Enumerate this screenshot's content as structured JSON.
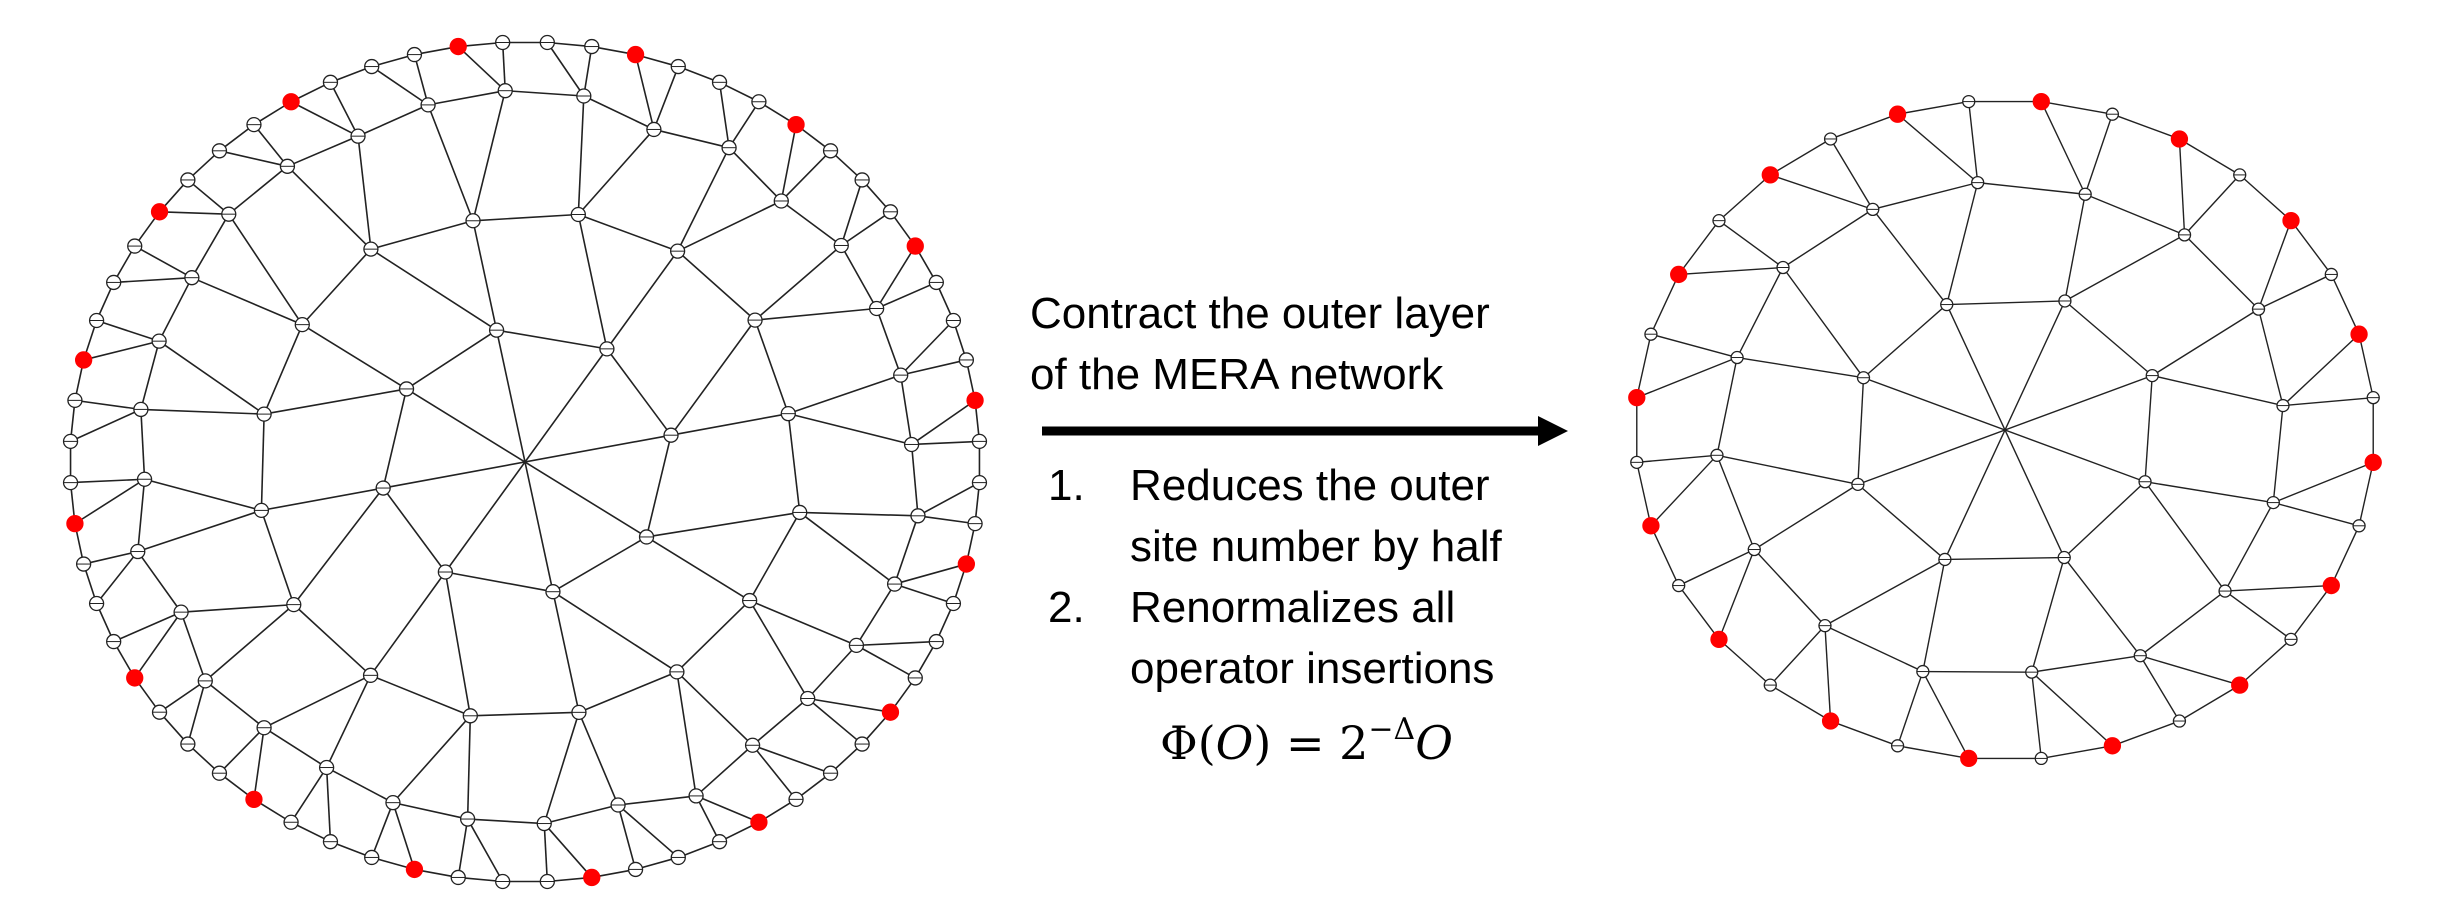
{
  "caption": {
    "line1": "Contract the outer layer",
    "line2": "of the MERA network"
  },
  "steps": [
    {
      "number": "1.",
      "lines": [
        "Reduces the outer",
        "site number by half"
      ]
    },
    {
      "number": "2.",
      "lines": [
        "Renormalizes all",
        "operator insertions"
      ]
    }
  ],
  "formula": {
    "lhs": "Φ(",
    "op": "O",
    "mid": ") = 2",
    "exponent": "−Δ",
    "rhs_op": "O"
  },
  "colors": {
    "line": "#222222",
    "node_fill": "#ffffff",
    "highlight": "#ff0000",
    "arrow": "#000000"
  },
  "networks": [
    {
      "name": "before-contraction",
      "rings": [
        64,
        32,
        16,
        8
      ],
      "highlighted_count": 16
    },
    {
      "name": "after-contraction",
      "rings": [
        32,
        16,
        8
      ],
      "highlighted_count": 16
    }
  ]
}
